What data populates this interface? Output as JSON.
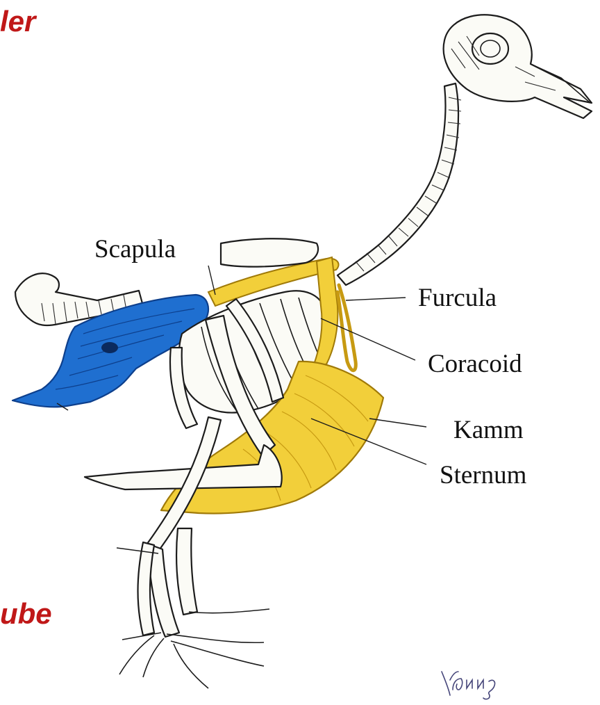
{
  "fragments": {
    "top": "ler",
    "bottom": "ube"
  },
  "labels": {
    "scapula": "Scapula",
    "furcula": "Furcula",
    "coracoid": "Coracoid",
    "kamm": "Kamm",
    "sternum": "Sternum"
  },
  "colors": {
    "fragment_text": "#c01818",
    "pelvis_highlight": "#1f6fd0",
    "pelvis_dark": "#0d3f8c",
    "shoulder_highlight": "#f2cf3a",
    "shoulder_dark": "#c79a12"
  }
}
